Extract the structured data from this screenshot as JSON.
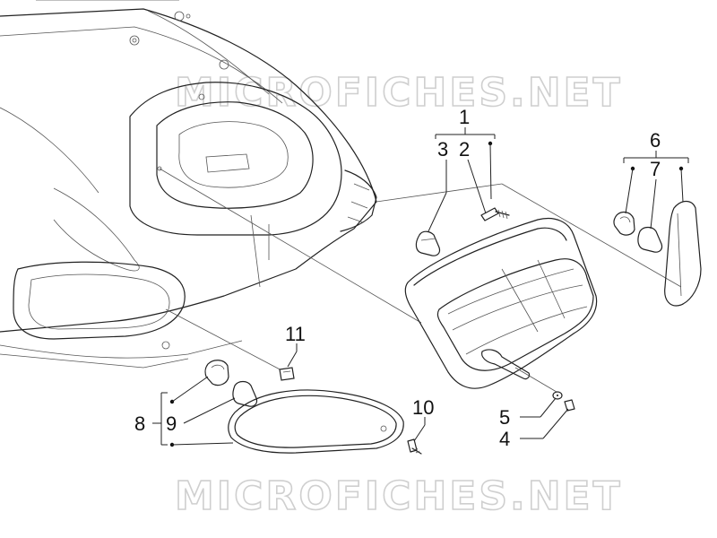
{
  "watermark": {
    "text_top": "MICROFICHES.NET",
    "text_bottom": "MICROFICHES.NET"
  },
  "callouts": {
    "c1": "1",
    "c2": "2",
    "c3": "3",
    "c4": "4",
    "c5": "5",
    "c6": "6",
    "c7": "7",
    "c8": "8",
    "c9": "9",
    "c10": "10",
    "c11": "11"
  },
  "colors": {
    "line": "#222222",
    "watermark": "#cfcfcf",
    "background": "#ffffff"
  }
}
